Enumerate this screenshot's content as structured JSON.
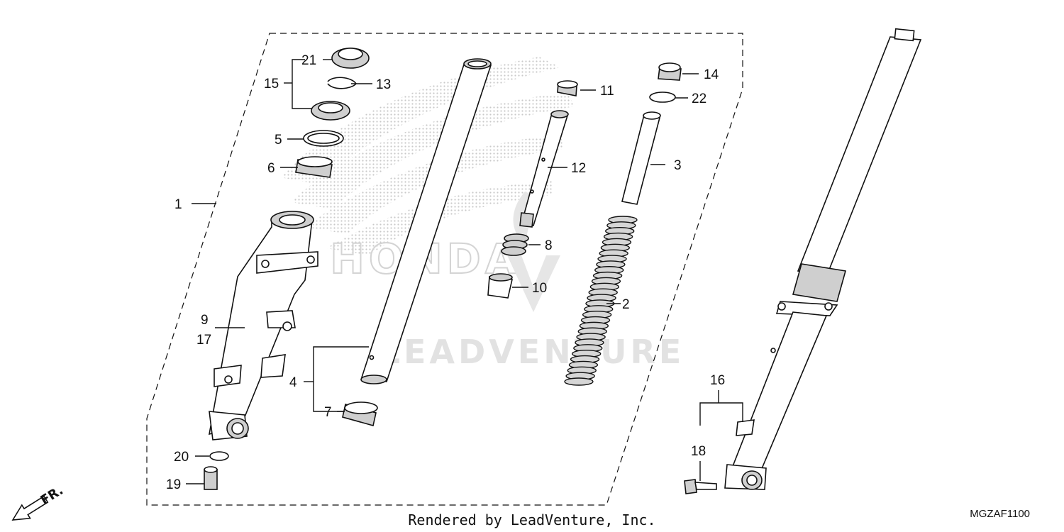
{
  "watermark": {
    "brand": "HONDA",
    "vendor": "LEADVENTURE"
  },
  "direction_label": "FR.",
  "footer": {
    "render_credit": "Rendered by LeadVenture, Inc.",
    "diagram_code": "MGZAF1100"
  },
  "callouts": [
    {
      "id": "c1",
      "text": "1"
    },
    {
      "id": "c2",
      "text": "2"
    },
    {
      "id": "c3",
      "text": "3"
    },
    {
      "id": "c4",
      "text": "4"
    },
    {
      "id": "c5",
      "text": "5"
    },
    {
      "id": "c6",
      "text": "6"
    },
    {
      "id": "c7",
      "text": "7"
    },
    {
      "id": "c8",
      "text": "8"
    },
    {
      "id": "c9",
      "text": "9"
    },
    {
      "id": "c10",
      "text": "10"
    },
    {
      "id": "c11",
      "text": "11"
    },
    {
      "id": "c12",
      "text": "12"
    },
    {
      "id": "c13",
      "text": "13"
    },
    {
      "id": "c14",
      "text": "14"
    },
    {
      "id": "c15",
      "text": "15"
    },
    {
      "id": "c16",
      "text": "16"
    },
    {
      "id": "c17",
      "text": "17"
    },
    {
      "id": "c18",
      "text": "18"
    },
    {
      "id": "c19",
      "text": "19"
    },
    {
      "id": "c20",
      "text": "20"
    },
    {
      "id": "c21",
      "text": "21"
    },
    {
      "id": "c22",
      "text": "22"
    }
  ]
}
